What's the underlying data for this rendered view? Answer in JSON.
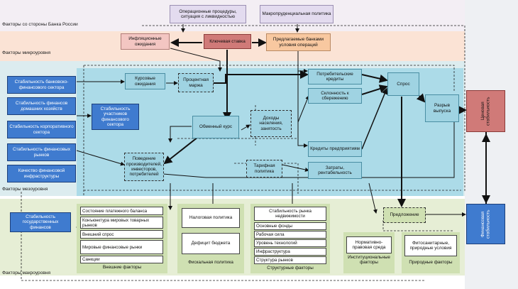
{
  "zones": {
    "cbr": "Факторы со стороны Банка России",
    "micro": "Факторы микроуровня",
    "meso": "Факторы мезоуровня",
    "macro": "Факторы макроуровня"
  },
  "top": {
    "ops": "Операционные процедуры, ситуация с ликвидностью",
    "macroprud": "Макропруденциальная политика"
  },
  "cbr_row": {
    "inflation_expectations": "Инфляционные ожидания",
    "key_rate": "Ключевая ставка",
    "bank_terms": "Предлагаемые банками условия операций"
  },
  "stability": {
    "banking": "Стабильность банковско-финансового сектора",
    "households": "Стабильность финансов домашних хозяйств",
    "corporate": "Стабильность корпоративного сектора",
    "markets": "Стабильность финансовых рынков",
    "infrastructure": "Качество финансовой инфраструктуры",
    "participants": "Стабильность участников финансового сектора",
    "public_finances": "Стабильность государственных финансов"
  },
  "meso": {
    "fx_expectations": "Курсовые ожидания",
    "interest_margin": "Процентная маржа",
    "consumer_credit": "Потребительские кредиты",
    "saving_propensity": "Склонность к сбережению",
    "demand": "Спрос",
    "income": "Доходы населения, занятость",
    "exchange_rate": "Обменный курс",
    "output_gap": "Разрыв выпуска",
    "behavior": "Поведение производителей, инвесторов, потребителей",
    "corporate_credit": "Кредиты предприятиям",
    "tariff_policy": "Тарифная политика",
    "costs": "Затраты, рентабельность"
  },
  "right": {
    "price_stability": "Ценовая стабильность",
    "financial_stability": "Финансовая стабильность"
  },
  "external": {
    "items": [
      "Состояние платежного баланса",
      "Конъюнктура мировых товарных рынков",
      "Внешний спрос",
      "Мировые финансовые рынки",
      "Санкции"
    ],
    "title": "Внешние факторы"
  },
  "fiscal": {
    "tax": "Налоговая политика",
    "deficit": "Дефицит бюджета",
    "title": "Фискальная политика"
  },
  "structural": {
    "items": [
      "Стабильность рынка недвижимости",
      "Основные фонды",
      "Рабочая сила",
      "Уровень технологий",
      "Инфраструктура",
      "Структура рынков"
    ],
    "title": "Структурные факторы"
  },
  "supply": "Предложение",
  "institutional": {
    "item": "Нормативно-правовая среда",
    "title": "Институциональные факторы"
  },
  "natural": {
    "item": "Фитосанитарные, природные условия",
    "title": "Природные факторы"
  }
}
